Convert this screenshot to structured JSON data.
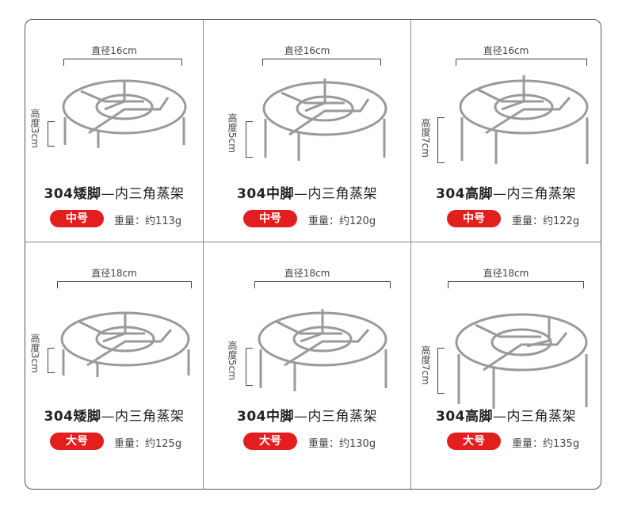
{
  "cells": [
    {
      "diameter": "直径16cm",
      "height": "高度3cm",
      "title_bold": "304矮脚",
      "title_rest": "—内三角蒸架",
      "size": "中号",
      "weight": "重量：约113g"
    },
    {
      "diameter": "直径16cm",
      "height": "高度5cm",
      "title_bold": "304中脚",
      "title_rest": "—内三角蒸架",
      "size": "中号",
      "weight": "重量：约120g"
    },
    {
      "diameter": "直径16cm",
      "height": "高度7cm",
      "title_bold": "304高脚",
      "title_rest": "—内三角蒸架",
      "size": "中号",
      "weight": "重量：约122g"
    },
    {
      "diameter": "直径18cm",
      "height": "高度3cm",
      "title_bold": "304矮脚",
      "title_rest": "—内三角蒸架",
      "size": "大号",
      "weight": "重量：约125g"
    },
    {
      "diameter": "直径18cm",
      "height": "高度5cm",
      "title_bold": "304中脚",
      "title_rest": "—内三角蒸架",
      "size": "大号",
      "weight": "重量：约130g"
    },
    {
      "diameter": "直径18cm",
      "height": "高度7cm",
      "title_bold": "304高脚",
      "title_rest": "—内三角蒸架",
      "size": "大号",
      "weight": "重量：约135g"
    }
  ],
  "colors": {
    "badge": "#e41e1e",
    "border": "#555555",
    "text": "#333333"
  },
  "icons": [
    "steamer-rack-icon"
  ]
}
